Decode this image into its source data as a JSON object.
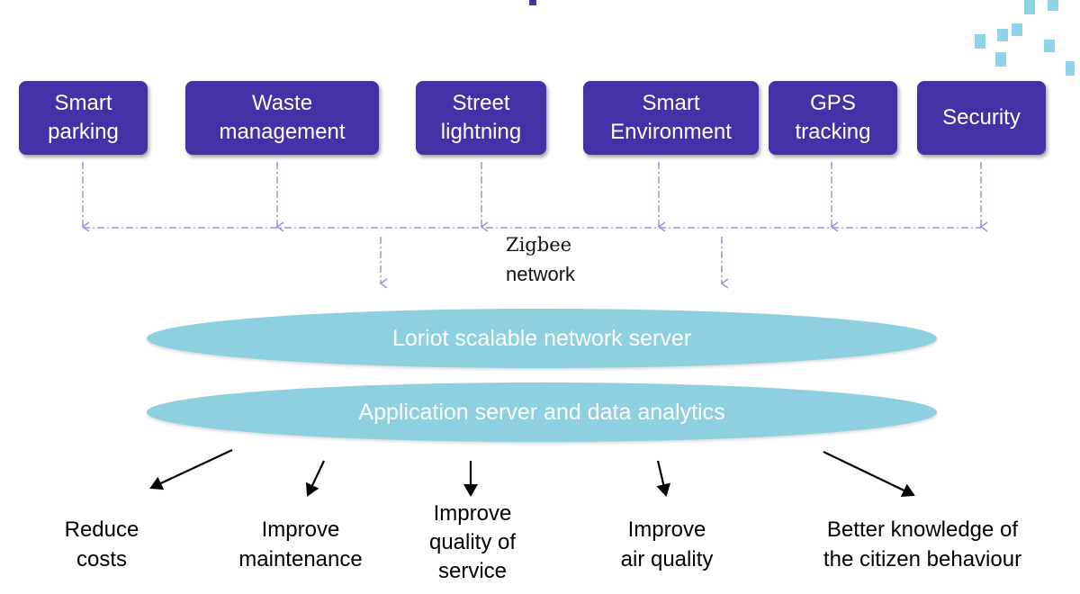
{
  "sources": [
    {
      "line1": "Smart",
      "line2": "parking"
    },
    {
      "line1": "Waste",
      "line2": "management"
    },
    {
      "line1": "Street",
      "line2": "lightning"
    },
    {
      "line1": "Smart",
      "line2": "Environment"
    },
    {
      "line1": "GPS",
      "line2": "tracking"
    },
    {
      "line1": "Security",
      "line2": ""
    }
  ],
  "network": {
    "line1": "Zigbee",
    "line2": "network"
  },
  "servers": {
    "network_server": "Loriot scalable network server",
    "application_server": "Application server and data analytics"
  },
  "outcomes": [
    {
      "line1": "Reduce",
      "line2": "costs",
      "line3": ""
    },
    {
      "line1": "Improve",
      "line2": "maintenance",
      "line3": ""
    },
    {
      "line1": "Improve",
      "line2": "quality of",
      "line3": "service"
    },
    {
      "line1": "Improve",
      "line2": "air quality",
      "line3": ""
    },
    {
      "line1": "Better knowledge of",
      "line2": "the citizen behaviour",
      "line3": ""
    }
  ],
  "colors": {
    "box_fill": "#4530a6",
    "ellipse_fill": "#8ecfe0",
    "connector": "#9a90d6",
    "decor": "#8fd3e6"
  }
}
